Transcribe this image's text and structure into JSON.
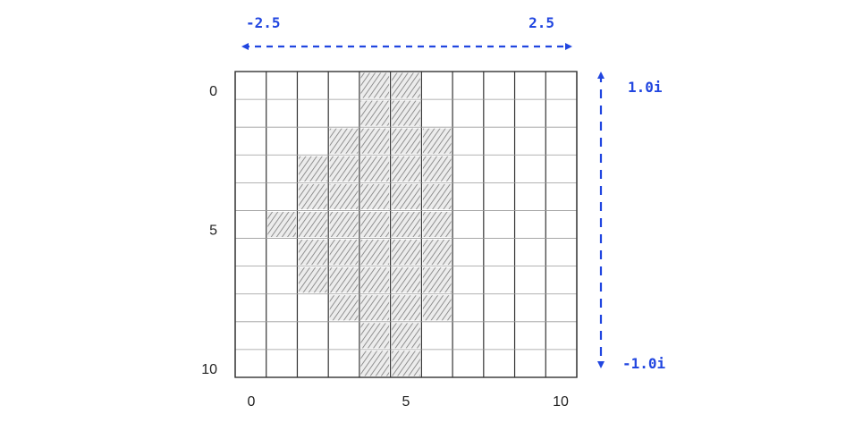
{
  "diagram": {
    "columns": 11,
    "rows": 11,
    "real_axis": {
      "min_label": "-2.5",
      "max_label": "2.5"
    },
    "imag_axis": {
      "max_label": "1.0i",
      "min_label": "-1.0i"
    },
    "x_ticks": [
      {
        "col": 0,
        "label": "0"
      },
      {
        "col": 5,
        "label": "5"
      },
      {
        "col": 10,
        "label": "10"
      }
    ],
    "y_ticks": [
      {
        "row": 0,
        "label": "0"
      },
      {
        "row": 5,
        "label": "5"
      },
      {
        "row": 10,
        "label": "10"
      }
    ],
    "shaded_cells": [
      [
        0,
        4
      ],
      [
        0,
        5
      ],
      [
        1,
        4
      ],
      [
        1,
        5
      ],
      [
        2,
        3
      ],
      [
        2,
        4
      ],
      [
        2,
        5
      ],
      [
        2,
        6
      ],
      [
        3,
        2
      ],
      [
        3,
        3
      ],
      [
        3,
        4
      ],
      [
        3,
        5
      ],
      [
        3,
        6
      ],
      [
        4,
        2
      ],
      [
        4,
        3
      ],
      [
        4,
        4
      ],
      [
        4,
        5
      ],
      [
        4,
        6
      ],
      [
        5,
        1
      ],
      [
        5,
        2
      ],
      [
        5,
        3
      ],
      [
        5,
        4
      ],
      [
        5,
        5
      ],
      [
        5,
        6
      ],
      [
        6,
        2
      ],
      [
        6,
        3
      ],
      [
        6,
        4
      ],
      [
        6,
        5
      ],
      [
        6,
        6
      ],
      [
        7,
        2
      ],
      [
        7,
        3
      ],
      [
        7,
        4
      ],
      [
        7,
        5
      ],
      [
        7,
        6
      ],
      [
        8,
        3
      ],
      [
        8,
        4
      ],
      [
        8,
        5
      ],
      [
        8,
        6
      ],
      [
        9,
        4
      ],
      [
        9,
        5
      ],
      [
        10,
        4
      ],
      [
        10,
        5
      ]
    ],
    "colors": {
      "accent": "#2146e0",
      "grid": "#333333",
      "shade": "#8a8a8a"
    }
  }
}
